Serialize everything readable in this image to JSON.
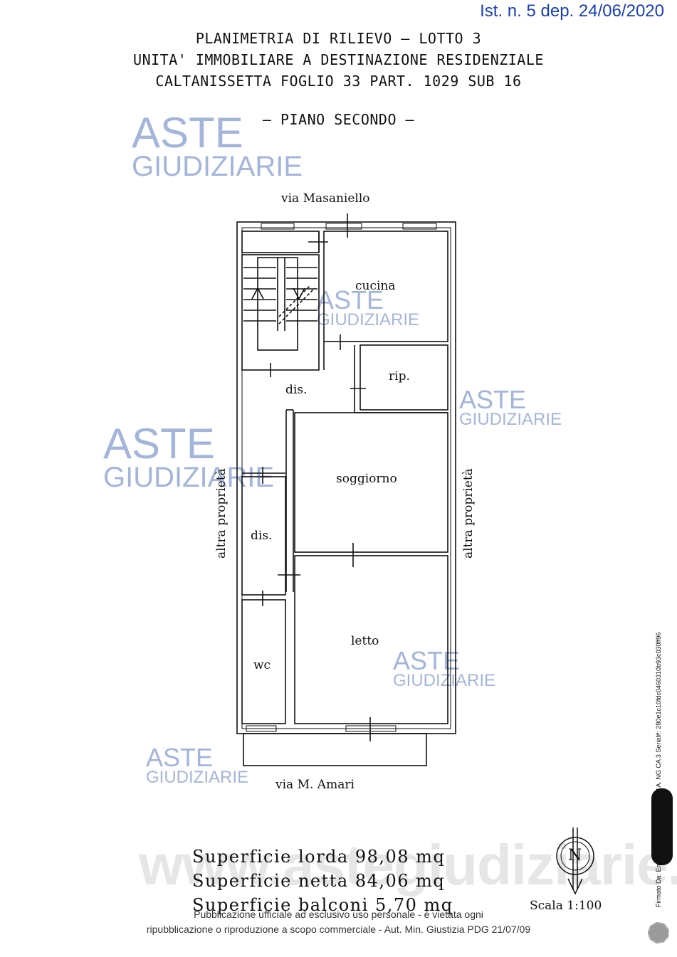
{
  "deposit": "Ist. n. 5 dep. 24/06/2020",
  "title_lines": [
    "PLANIMETRIA DI RILIEVO – LOTTO 3",
    "UNITA' IMMOBILIARE A DESTINAZIONE RESIDENZIALE",
    "CALTANISSETTA FOGLIO 33 PART. 1029 SUB 16"
  ],
  "floor": "– PIANO SECONDO –",
  "streets": {
    "north": "via Masaniello",
    "south": "via M. Amari"
  },
  "sides": {
    "left": "altra proprietà",
    "right": "altra proprietà"
  },
  "rooms": {
    "cucina": "cucina",
    "rip": "rip.",
    "dis_top": "dis.",
    "soggiorno": "soggiorno",
    "dis_mid": "dis.",
    "letto": "letto",
    "wc": "wc"
  },
  "summary": [
    "Superficie lorda 98,08 mq",
    "Superficie netta 84,06 mq",
    "Superficie balconi 5,70 mq"
  ],
  "north_letter": "N",
  "scale": "Scala 1:100",
  "footer": [
    "Pubblicazione ufficiale ad esclusivo uso personale - è vietata ogni",
    "ripubblicazione o riproduzione a scopo commerciale - Aut. Min. Giustizia PDG 21/07/09"
  ],
  "watermark": {
    "line1": "ASTE",
    "line2": "GIUDIZIARIE",
    "site": "www.astegiudiziarie.it"
  },
  "signature_note": "Firmato Da: Emesso Da: ARUBAPEC S.P.A. NG CA 3 Serial#: 280e1c10fdc0460310b93c030ff96",
  "colors": {
    "watermark": "#5a78be",
    "deposit": "#1a3fb8",
    "lines": "#111111"
  }
}
